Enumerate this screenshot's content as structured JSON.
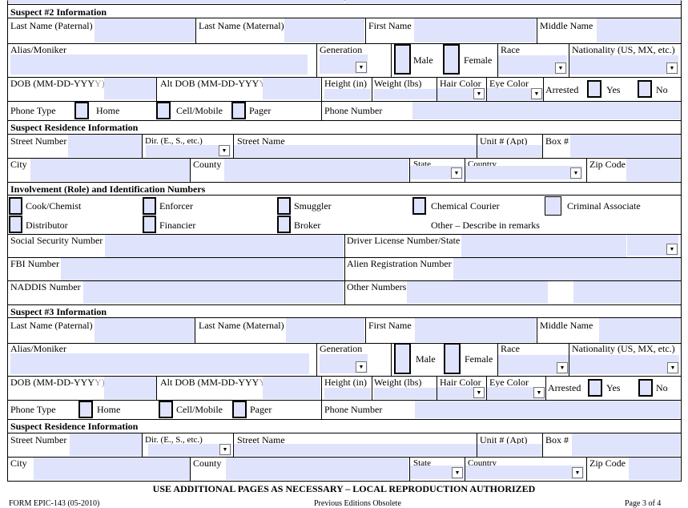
{
  "suspect2": {
    "header": "Suspect #2 Information",
    "last_name_paternal": "Last Name (Paternal)",
    "last_name_maternal": "Last Name (Maternal)",
    "first_name": "First Name",
    "middle_name": "Middle Name",
    "alias": "Alias/Moniker",
    "generation": "Generation",
    "male": "Male",
    "female": "Female",
    "race": "Race",
    "nationality": "Nationality (US, MX, etc.)",
    "dob": "DOB (MM-DD-YYY",
    "dob_tail": "Y)",
    "alt_dob": "Alt DOB (MM-DD-YYY",
    "alt_dob_tail": "Y)",
    "height": "Height (in)",
    "weight": "Weight (lbs)",
    "hair_color": "Hair Color",
    "eye_color": "Eye Color",
    "arrested": "Arrested",
    "yes": "Yes",
    "no": "No",
    "phone_type": "Phone Type",
    "home": "Home",
    "cell": "Cell/Mobile",
    "pager": "Pager",
    "phone_number": "Phone Number"
  },
  "residence2": {
    "header": "Suspect Residence Information",
    "street_number": "Street Number",
    "dir": "Dir. (E., S., etc.)",
    "street_name": "Street Name",
    "unit": "Unit # (Apt)",
    "box": "Box #",
    "city": "City",
    "county": "County",
    "state": "State",
    "country": "Country",
    "zip": "Zip Code"
  },
  "involvement": {
    "header": "Involvement (Role) and Identification Numbers",
    "cook": "Cook/Chemist",
    "enforcer": "Enforcer",
    "smuggler": "Smuggler",
    "courier": "Chemical Courier",
    "associate": "Criminal Associate",
    "distributor": "Distributor",
    "financier": "Financier",
    "broker": "Broker",
    "other": "Other – Describe in remarks",
    "ssn": "Social Security Number",
    "dl": "Driver License Number/State",
    "fbi": "FBI Number",
    "alien": "Alien Registration Number",
    "naddis": "NADDIS Number",
    "other_numbers": "Other Numbers"
  },
  "suspect3": {
    "header": "Suspect #3 Information",
    "last_name_paternal": "Last Name (Paternal)",
    "last_name_maternal": "Last Name (Maternal)",
    "first_name": "First Name",
    "middle_name": "Middle Name",
    "alias": "Alias/Moniker",
    "generation": "Generation",
    "male": "Male",
    "female": "Female",
    "race": "Race",
    "nationality": "Nationality (US, MX, etc.)",
    "dob": "DOB (MM-DD-YYY",
    "dob_tail": "Y)",
    "alt_dob": "Alt DOB (MM-DD-YYY",
    "alt_dob_tail": "Y)",
    "height": "Height (in)",
    "weight": "Weight (lbs)",
    "hair_color": "Hair Color",
    "eye_color": "Eye Color",
    "arrested": "Arrested",
    "yes": "Yes",
    "no": "No",
    "phone_type": "Phone Type",
    "home": "Home",
    "cell": "Cell/Mobile",
    "pager": "Pager",
    "phone_number": "Phone Number"
  },
  "residence3": {
    "header": "Suspect Residence Information",
    "street_number": "Street Number",
    "dir": "Dir. (E., S., etc.)",
    "street_name": "Street Name",
    "unit": "Unit # (Apt)",
    "box": "Box #",
    "city": "City",
    "county": "County",
    "state": "State",
    "country": "Country",
    "zip": "Zip Code"
  },
  "footer": {
    "notice": "USE ADDITIONAL PAGES AS NECESSARY – LOCAL REPRODUCTION AUTHORIZED",
    "form_id": "FORM EPIC-143 (05-2010)",
    "editions": "Previous Editions Obsolete",
    "page": "Page 3 of 4"
  }
}
